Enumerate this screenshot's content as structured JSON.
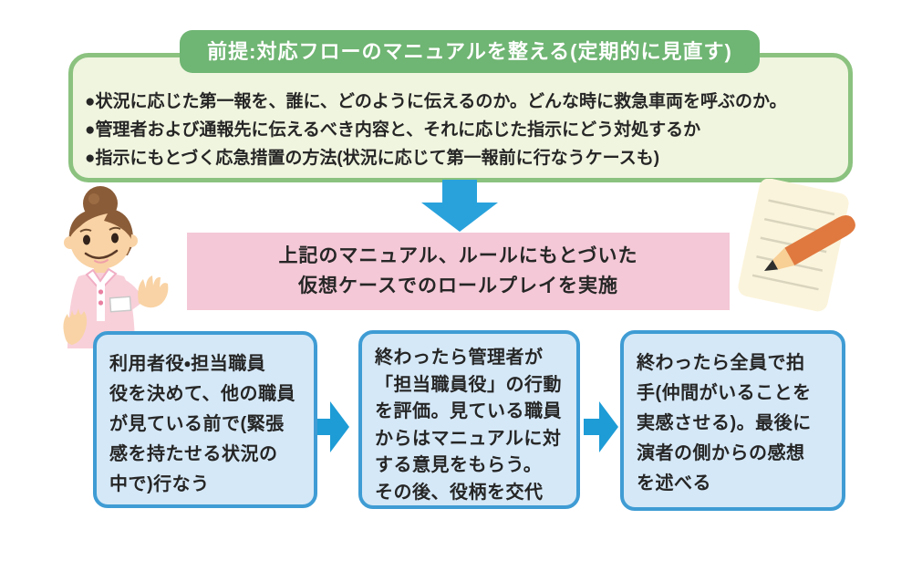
{
  "premise": {
    "header": "前提:対応フローのマニュアルを整える(定期的に見直す)",
    "bullets": [
      "●状況に応じた第一報を、誰に、どのように伝えるのか。どんな時に救急車両を呼ぶのか。",
      "●管理者および通報先に伝えるべき内容と、それに応じた指示にどう対処するか",
      "●指示にもとづく応急措置の方法(状況に応じて第一報前に行なうケースも)"
    ]
  },
  "roleplay": {
    "line1": "上記のマニュアル、ルールにもとづいた",
    "line2": "仮想ケースでのロールプレイを実施"
  },
  "steps": [
    {
      "text": "利用者役・担当職員\n役を決めて、他の職員\nが見ている前で(緊張\n感を持たせる状況の\n中で)行なう"
    },
    {
      "text": "終わったら管理者が\n「担当職員役」の行動\nを評価。見ている職員\nからはマニュアルに対\nする意見をもらう。\nその後、役柄を交代"
    },
    {
      "text": "終わったら全員で拍\n手(仲間がいることを\n実感させる)。最後に\n演者の側からの感想\nを述べる"
    }
  ],
  "icons": {
    "down_arrow": "down-arrow-icon",
    "right_arrow": "right-arrow-icon",
    "caregiver": "caregiver-illustration",
    "notepad_pencil": "notepad-pencil-illustration"
  },
  "colors": {
    "header_green": "#6fb573",
    "panel_border_green": "#8bc27f",
    "panel_fill": "#f0f5df",
    "arrow_blue": "#29a2dc",
    "banner_pink": "#f4c8d6",
    "step_fill": "#d5e8f7",
    "step_border": "#3f9cd4",
    "text": "#262626"
  }
}
